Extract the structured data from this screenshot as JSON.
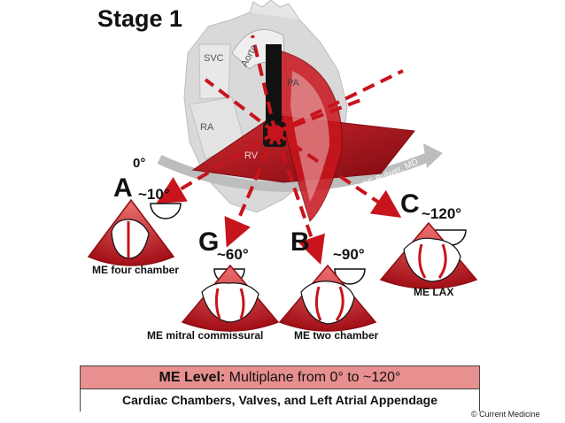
{
  "title": "Stage 1",
  "anatomy": {
    "svc": "SVC",
    "ra": "RA",
    "rv": "RV",
    "aorta": "Aorta",
    "pa": "PA"
  },
  "angle_zero": "0°",
  "credit": "BE Bulwer, MD",
  "views": [
    {
      "letter": "A",
      "angle": "~10°",
      "name": "ME four chamber"
    },
    {
      "letter": "G",
      "angle": "~60°",
      "name": "ME mitral commissural"
    },
    {
      "letter": "B",
      "angle": "~90°",
      "name": "ME two chamber"
    },
    {
      "letter": "C",
      "angle": "~120°",
      "name": "ME LAX"
    }
  ],
  "footer": {
    "level_label": "ME Level:",
    "level_text": " Multiplane from 0° to ~120°",
    "subtitle": "Cardiac Chambers, Valves, and Left Atrial Appendage"
  },
  "copyright": "© Current Medicine",
  "colors": {
    "red": "#c8141c",
    "dark_red": "#8e0f14",
    "pink": "#e88f8f",
    "gray": "#cfcfcf"
  }
}
